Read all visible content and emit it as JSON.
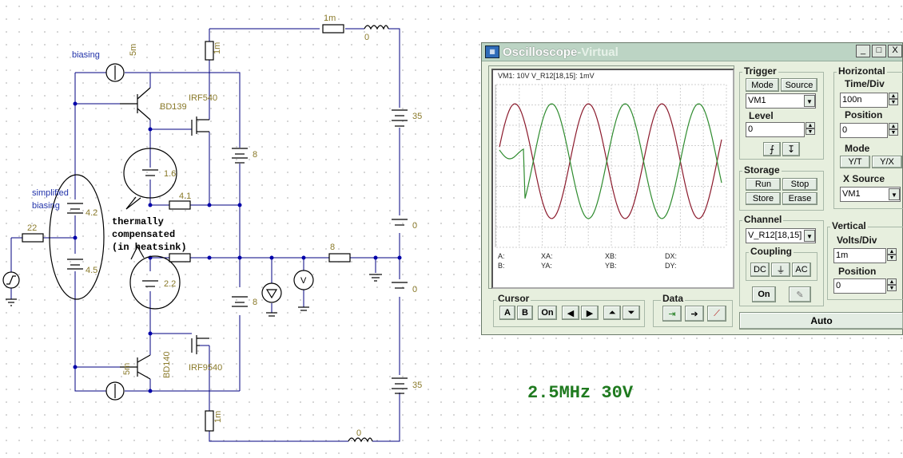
{
  "schematic": {
    "labels": {
      "biasing": "biasing",
      "simplified": "simplified",
      "biasing2": "biasing",
      "thermally": "thermally",
      "compensated": "compensated",
      "in_heatsink": "(in heatsink)",
      "r_top": "1m",
      "l_top": "0",
      "r_drain_top": "1m",
      "cs_top": "5m",
      "q1": "BD139",
      "m1": "IRF540",
      "v35_top": "35",
      "v8_top": "8",
      "v16": "1.6",
      "r41": "4.1",
      "v42": "4.2",
      "v45": "4.5",
      "r22": "22",
      "v22": "2.2",
      "v0_a": "0",
      "r8": "8",
      "v0_b": "0",
      "v8_bot": "8",
      "q2": "BD140",
      "m2": "IRF9540",
      "cs_bot": "5m",
      "v35_bot": "35",
      "r_drain_bot": "1m",
      "l_bot": "0"
    }
  },
  "caption": "2.5MHz 30V",
  "scope": {
    "title_main": "Oscilloscope",
    "title_sep": " - ",
    "title_sub": "Virtual",
    "win_min": "_",
    "win_max": "□",
    "win_close": "X",
    "screen": {
      "header": "VM1: 10V   V_R12[18,15]: 1mV",
      "a": "A:",
      "b": "B:",
      "xa": "XA:",
      "ya": "YA:",
      "xb": "XB:",
      "yb": "YB:",
      "dx": "DX:",
      "dy": "DY:",
      "trace_colors": {
        "vm1": "#8b1a2c",
        "vr12": "#2e8b2e"
      }
    },
    "trigger": {
      "label": "Trigger",
      "mode": "Mode",
      "source": "Source",
      "source_value": "VM1",
      "level_label": "Level",
      "level_value": "0"
    },
    "horizontal": {
      "label": "Horizontal",
      "timediv_label": "Time/Div",
      "timediv_value": "100n",
      "position_label": "Position",
      "position_value": "0",
      "mode_label": "Mode",
      "yt": "Y/T",
      "yx": "Y/X",
      "xsource_label": "X Source",
      "xsource_value": "VM1"
    },
    "storage": {
      "label": "Storage",
      "run": "Run",
      "stop": "Stop",
      "store": "Store",
      "erase": "Erase"
    },
    "channel": {
      "label": "Channel",
      "value": "V_R12[18,15]",
      "coupling_label": "Coupling",
      "dc": "DC",
      "gnd": "⏚",
      "ac": "AC",
      "on": "On"
    },
    "vertical": {
      "label": "Vertical",
      "voltsdiv_label": "Volts/Div",
      "voltsdiv_value": "1m",
      "position_label": "Position",
      "position_value": "0"
    },
    "cursor": {
      "label": "Cursor",
      "a": "A",
      "b": "B",
      "on": "On"
    },
    "data": {
      "label": "Data"
    },
    "auto": "Auto"
  }
}
